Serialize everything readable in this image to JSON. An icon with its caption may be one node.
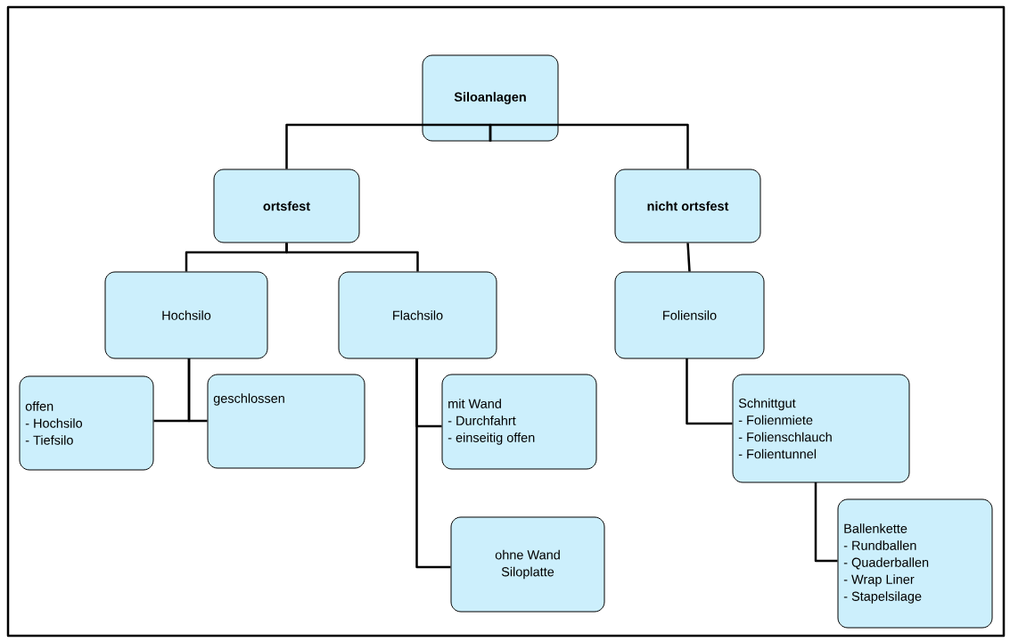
{
  "diagram": {
    "nodes": [
      {
        "text": [
          "Siloanlagen"
        ]
      },
      {
        "text": [
          "ortsfest"
        ]
      },
      {
        "text": [
          "nicht ortsfest"
        ]
      },
      {
        "text": [
          "Hochsilo"
        ]
      },
      {
        "text": [
          "Flachsilo"
        ]
      },
      {
        "text": [
          "Foliensilo"
        ]
      },
      {
        "text": [
          "offen",
          "- Hochsilo",
          "- Tiefsilo"
        ]
      },
      {
        "text": [
          "geschlossen"
        ]
      },
      {
        "text": [
          "mit Wand",
          "- Durchfahrt",
          "- einseitig offen"
        ]
      },
      {
        "text": [
          "ohne Wand",
          "Siloplatte"
        ]
      },
      {
        "text": [
          "Schnittgut",
          "- Folienmiete",
          "- Folienschlauch",
          "- Folientunnel"
        ]
      },
      {
        "text": [
          "Ballenkette",
          "- Rundballen",
          "- Quaderballen",
          "- Wrap Liner",
          "- Stapelsilage"
        ]
      }
    ],
    "edges": [
      {
        "from": 0,
        "to": 1,
        "arrow": "none"
      },
      {
        "from": 0,
        "to": 2,
        "arrow": "none"
      },
      {
        "from": 1,
        "to": 3,
        "arrow": "none"
      },
      {
        "from": 1,
        "to": 4,
        "arrow": "none"
      },
      {
        "from": 2,
        "to": 5,
        "arrow": "none"
      },
      {
        "from": 3,
        "to": 6,
        "arrow": "none"
      },
      {
        "from": 3,
        "to": 7,
        "arrow": "none"
      },
      {
        "from": 4,
        "to": 8,
        "arrow": "none"
      },
      {
        "from": 4,
        "to": 9,
        "arrow": "none"
      },
      {
        "from": 5,
        "to": 10,
        "arrow": "none"
      },
      {
        "from": 10,
        "to": 11,
        "arrow": "none"
      }
    ]
  }
}
